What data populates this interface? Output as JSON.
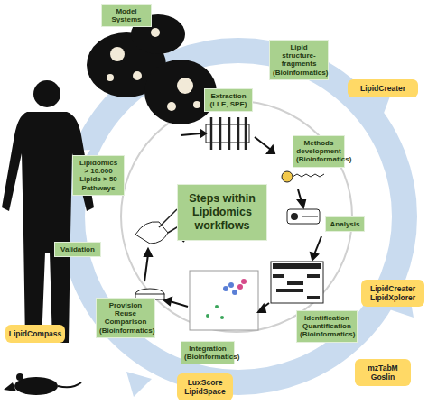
{
  "diagram": {
    "nodes": [
      {
        "text": [
          "Model Systems"
        ]
      },
      {
        "text": [
          "Lipid structure-fragments (Bioinformatics)"
        ]
      },
      {
        "text": [
          "LipidCreater"
        ]
      },
      {
        "text": [
          "Extraction (LLE, SPE)"
        ]
      },
      {
        "text": [
          "Methods development (Bioinformatics)"
        ]
      },
      {
        "text": [
          "Steps within Lipidomics workflows"
        ]
      },
      {
        "text": [
          "Lipidomics",
          "> 10.000 Lipids > 50 Pathways"
        ]
      },
      {
        "text": [
          "Analysis"
        ]
      },
      {
        "text": [
          "LipidCreater",
          "LipidXplorer"
        ]
      },
      {
        "text": [
          "Identification Quantification (Bioinformatics)"
        ]
      },
      {
        "text": [
          "mzTabM",
          "Goslin"
        ]
      },
      {
        "text": [
          "Integration (Bioinformatics)"
        ]
      },
      {
        "text": [
          "LuxScore",
          "LipidSpace"
        ]
      },
      {
        "text": [
          "Provision Reuse Comparison (Bioinformatics)"
        ]
      },
      {
        "text": [
          "LipidCompass"
        ]
      },
      {
        "text": [
          "Validation"
        ]
      }
    ]
  }
}
